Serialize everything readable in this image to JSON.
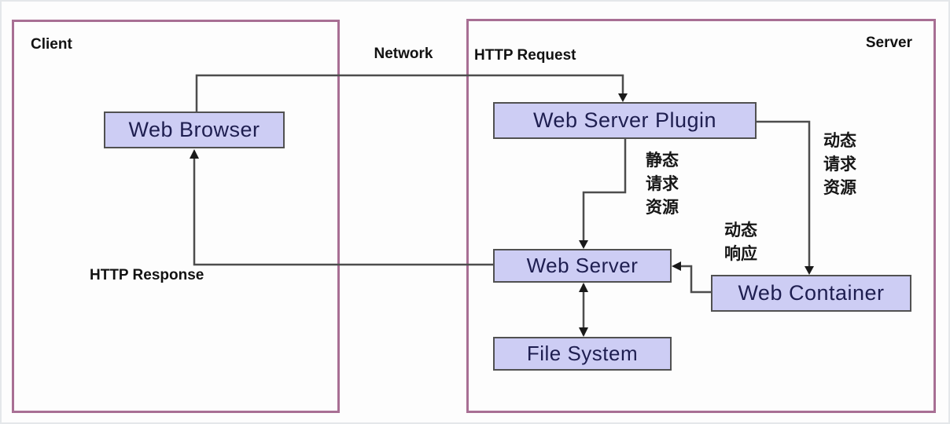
{
  "diagram": {
    "zones": [
      {
        "id": "client",
        "label": "Client"
      },
      {
        "id": "server",
        "label": "Server"
      }
    ],
    "nodes": [
      {
        "id": "web-browser",
        "label": "Web Browser"
      },
      {
        "id": "web-server-plugin",
        "label": "Web Server Plugin"
      },
      {
        "id": "web-server",
        "label": "Web Server"
      },
      {
        "id": "web-container",
        "label": "Web Container"
      },
      {
        "id": "file-system",
        "label": "File System"
      }
    ],
    "edge_labels": {
      "network": "Network",
      "http_request": "HTTP Request",
      "http_response": "HTTP Response",
      "static_request_resource": {
        "lines": [
          "静态",
          "请求",
          "资源"
        ]
      },
      "dynamic_request_resource": {
        "lines": [
          "动态",
          "请求",
          "资源"
        ]
      },
      "dynamic_response": {
        "lines": [
          "动态",
          "响应"
        ]
      }
    },
    "colors": {
      "node_fill": "#cdcdf4",
      "node_border": "#515151",
      "node_text": "#1e1e50",
      "zone_border": "#a86f94",
      "connector": "#4d4d4d",
      "label_text": "#121212"
    }
  }
}
